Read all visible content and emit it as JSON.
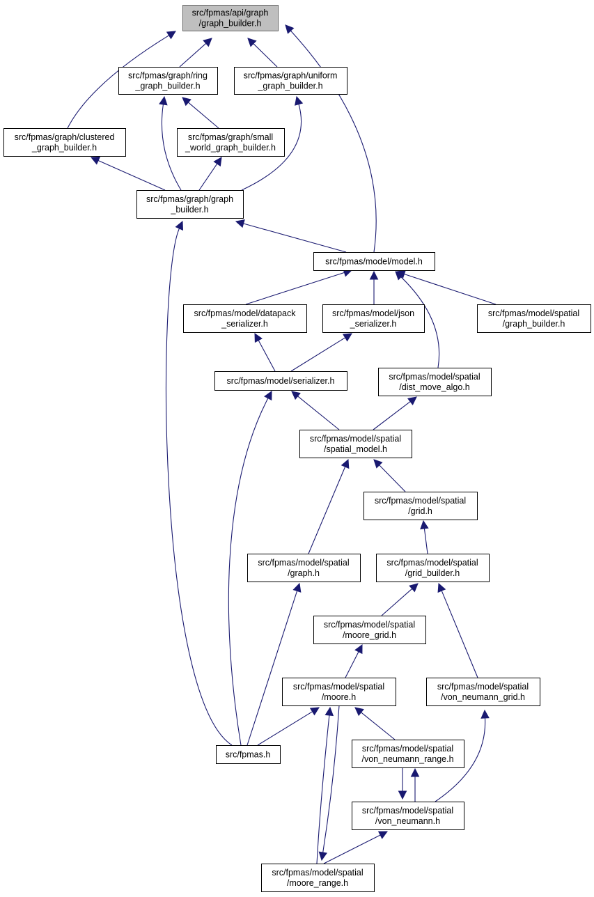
{
  "diagram": {
    "nodes": [
      {
        "id": "api_graph_builder",
        "lines": [
          "src/fpmas/api/graph",
          "/graph_builder.h"
        ],
        "root": true
      },
      {
        "id": "ring_graph_builder",
        "lines": [
          "src/fpmas/graph/ring",
          "_graph_builder.h"
        ]
      },
      {
        "id": "uniform_graph_builder",
        "lines": [
          "src/fpmas/graph/uniform",
          "_graph_builder.h"
        ]
      },
      {
        "id": "clustered_graph_builder",
        "lines": [
          "src/fpmas/graph/clustered",
          "_graph_builder.h"
        ]
      },
      {
        "id": "small_world_graph_builder",
        "lines": [
          "src/fpmas/graph/small",
          "_world_graph_builder.h"
        ]
      },
      {
        "id": "graph_graph_builder",
        "lines": [
          "src/fpmas/graph/graph",
          "_builder.h"
        ]
      },
      {
        "id": "model",
        "lines": [
          "src/fpmas/model/model.h"
        ]
      },
      {
        "id": "datapack_serializer",
        "lines": [
          "src/fpmas/model/datapack",
          "_serializer.h"
        ]
      },
      {
        "id": "json_serializer",
        "lines": [
          "src/fpmas/model/json",
          "_serializer.h"
        ]
      },
      {
        "id": "spatial_graph_builder",
        "lines": [
          "src/fpmas/model/spatial",
          "/graph_builder.h"
        ]
      },
      {
        "id": "serializer",
        "lines": [
          "src/fpmas/model/serializer.h"
        ]
      },
      {
        "id": "dist_move_algo",
        "lines": [
          "src/fpmas/model/spatial",
          "/dist_move_algo.h"
        ]
      },
      {
        "id": "spatial_model",
        "lines": [
          "src/fpmas/model/spatial",
          "/spatial_model.h"
        ]
      },
      {
        "id": "grid",
        "lines": [
          "src/fpmas/model/spatial",
          "/grid.h"
        ]
      },
      {
        "id": "spatial_graph",
        "lines": [
          "src/fpmas/model/spatial",
          "/graph.h"
        ]
      },
      {
        "id": "grid_builder",
        "lines": [
          "src/fpmas/model/spatial",
          "/grid_builder.h"
        ]
      },
      {
        "id": "moore_grid",
        "lines": [
          "src/fpmas/model/spatial",
          "/moore_grid.h"
        ]
      },
      {
        "id": "moore",
        "lines": [
          "src/fpmas/model/spatial",
          "/moore.h"
        ]
      },
      {
        "id": "von_neumann_grid",
        "lines": [
          "src/fpmas/model/spatial",
          "/von_neumann_grid.h"
        ]
      },
      {
        "id": "fpmas",
        "lines": [
          "src/fpmas.h"
        ]
      },
      {
        "id": "von_neumann_range",
        "lines": [
          "src/fpmas/model/spatial",
          "/von_neumann_range.h"
        ]
      },
      {
        "id": "von_neumann",
        "lines": [
          "src/fpmas/model/spatial",
          "/von_neumann.h"
        ]
      },
      {
        "id": "moore_range",
        "lines": [
          "src/fpmas/model/spatial",
          "/moore_range.h"
        ]
      }
    ],
    "edges": [
      {
        "from": "ring_graph_builder",
        "to": "api_graph_builder"
      },
      {
        "from": "uniform_graph_builder",
        "to": "api_graph_builder"
      },
      {
        "from": "clustered_graph_builder",
        "to": "api_graph_builder"
      },
      {
        "from": "model",
        "to": "api_graph_builder"
      },
      {
        "from": "small_world_graph_builder",
        "to": "ring_graph_builder"
      },
      {
        "from": "graph_graph_builder",
        "to": "ring_graph_builder"
      },
      {
        "from": "graph_graph_builder",
        "to": "uniform_graph_builder"
      },
      {
        "from": "graph_graph_builder",
        "to": "clustered_graph_builder"
      },
      {
        "from": "graph_graph_builder",
        "to": "small_world_graph_builder"
      },
      {
        "from": "model",
        "to": "graph_graph_builder"
      },
      {
        "from": "fpmas",
        "to": "graph_graph_builder"
      },
      {
        "from": "datapack_serializer",
        "to": "model"
      },
      {
        "from": "json_serializer",
        "to": "model"
      },
      {
        "from": "dist_move_algo",
        "to": "model"
      },
      {
        "from": "spatial_graph_builder",
        "to": "model"
      },
      {
        "from": "serializer",
        "to": "datapack_serializer"
      },
      {
        "from": "serializer",
        "to": "json_serializer"
      },
      {
        "from": "spatial_model",
        "to": "serializer"
      },
      {
        "from": "fpmas",
        "to": "serializer"
      },
      {
        "from": "spatial_model",
        "to": "dist_move_algo"
      },
      {
        "from": "spatial_graph",
        "to": "spatial_model"
      },
      {
        "from": "grid",
        "to": "spatial_model"
      },
      {
        "from": "grid_builder",
        "to": "grid"
      },
      {
        "from": "moore_grid",
        "to": "grid_builder"
      },
      {
        "from": "von_neumann_grid",
        "to": "grid_builder"
      },
      {
        "from": "fpmas",
        "to": "spatial_graph"
      },
      {
        "from": "moore",
        "to": "moore_grid"
      },
      {
        "from": "fpmas",
        "to": "moore"
      },
      {
        "from": "von_neumann_range",
        "to": "moore"
      },
      {
        "from": "moore_range",
        "to": "moore"
      },
      {
        "from": "moore",
        "to": "moore_range"
      },
      {
        "from": "von_neumann",
        "to": "von_neumann_grid"
      },
      {
        "from": "von_neumann",
        "to": "von_neumann_range"
      },
      {
        "from": "von_neumann_range",
        "to": "von_neumann"
      },
      {
        "from": "moore_range",
        "to": "von_neumann"
      }
    ]
  }
}
